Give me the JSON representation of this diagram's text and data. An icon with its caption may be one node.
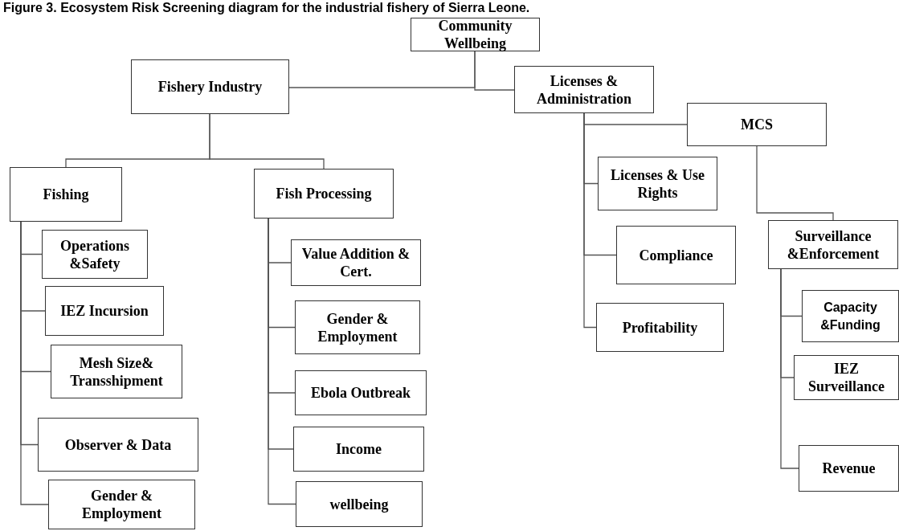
{
  "diagram": {
    "title": "Figure 3. Ecosystem Risk Screening diagram for the industrial fishery of Sierra Leone.",
    "nodes": [
      {
        "text": [
          "Community Wellbeing"
        ]
      },
      {
        "text": [
          "Fishery Industry"
        ]
      },
      {
        "text": [
          "Licenses & Administration"
        ]
      },
      {
        "text": [
          "Fishing"
        ]
      },
      {
        "text": [
          "Fish Processing"
        ]
      },
      {
        "text": [
          "MCS"
        ]
      },
      {
        "text": [
          "Licenses & Use Rights"
        ]
      },
      {
        "text": [
          "Compliance"
        ]
      },
      {
        "text": [
          "Profitability"
        ]
      },
      {
        "text": [
          "Surveillance &Enforcement"
        ]
      },
      {
        "text": [
          "Operations &Safety"
        ]
      },
      {
        "text": [
          "IEZ Incursion"
        ]
      },
      {
        "text": [
          "Mesh Size& Transshipment"
        ]
      },
      {
        "text": [
          "Observer & Data"
        ]
      },
      {
        "text": [
          "Gender & Employment"
        ]
      },
      {
        "text": [
          "Value Addition & Cert."
        ]
      },
      {
        "text": [
          "Gender & Employment"
        ]
      },
      {
        "text": [
          "Ebola Outbreak"
        ]
      },
      {
        "text": [
          "Income"
        ]
      },
      {
        "text": [
          "wellbeing"
        ]
      },
      {
        "text": [
          "Capacity &Funding"
        ]
      },
      {
        "text": [
          "IEZ Surveillance"
        ]
      },
      {
        "text": [
          "Revenue"
        ]
      }
    ],
    "edges": [
      {
        "from": 0,
        "to": 1,
        "arrow": "none"
      },
      {
        "from": 0,
        "to": 2,
        "arrow": "none"
      },
      {
        "from": 1,
        "to": 3,
        "arrow": "none"
      },
      {
        "from": 1,
        "to": 4,
        "arrow": "none"
      },
      {
        "from": 2,
        "to": 5,
        "arrow": "none"
      },
      {
        "from": 2,
        "to": 6,
        "arrow": "none"
      },
      {
        "from": 2,
        "to": 7,
        "arrow": "none"
      },
      {
        "from": 2,
        "to": 8,
        "arrow": "none"
      },
      {
        "from": 5,
        "to": 9,
        "arrow": "none"
      },
      {
        "from": 3,
        "to": 10,
        "arrow": "none"
      },
      {
        "from": 3,
        "to": 11,
        "arrow": "none"
      },
      {
        "from": 3,
        "to": 12,
        "arrow": "none"
      },
      {
        "from": 3,
        "to": 13,
        "arrow": "none"
      },
      {
        "from": 3,
        "to": 14,
        "arrow": "none"
      },
      {
        "from": 4,
        "to": 15,
        "arrow": "none"
      },
      {
        "from": 4,
        "to": 16,
        "arrow": "none"
      },
      {
        "from": 4,
        "to": 17,
        "arrow": "none"
      },
      {
        "from": 4,
        "to": 18,
        "arrow": "none"
      },
      {
        "from": 4,
        "to": 19,
        "arrow": "none"
      },
      {
        "from": 9,
        "to": 20,
        "arrow": "none"
      },
      {
        "from": 9,
        "to": 21,
        "arrow": "none"
      },
      {
        "from": 9,
        "to": 22,
        "arrow": "none"
      }
    ]
  }
}
